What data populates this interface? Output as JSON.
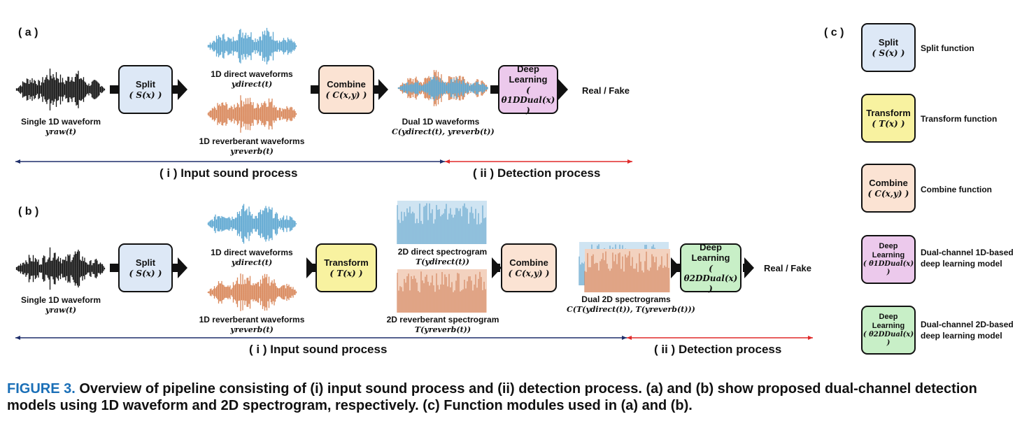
{
  "panels": {
    "a": "( a )",
    "b": "( b )",
    "c": "( c )"
  },
  "colors": {
    "direct_wave": "#5ea7d1",
    "reverb_wave": "#d9875a",
    "input_arrow": "#1f2f6b",
    "detect_arrow": "#e02a2a",
    "caption_label": "#1a6fb7"
  },
  "modules": {
    "split": {
      "name": "Split",
      "func": "( S(x) )"
    },
    "combine": {
      "name": "Combine",
      "func": "( C(x,y) )"
    },
    "transform": {
      "name": "Transform",
      "func": "( T(x) )"
    },
    "deep": {
      "name_line1": "Deep",
      "name_line2": "Learning"
    },
    "deep1d_func": "( θ1DDual(x) )",
    "deep2d_func": "( θ2DDual(x) )"
  },
  "labels": {
    "single_wave": "Single 1D waveform",
    "single_wave_sym": "yraw(t)",
    "direct_wave": "1D direct waveforms",
    "direct_wave_sym": "ydirect(t)",
    "reverb_wave": "1D reverberant waveforms",
    "reverb_wave_sym": "yreverb(t)",
    "dual_1d": "Dual 1D waveforms",
    "dual_1d_sym": "C(ydirect(t), yreverb(t))",
    "direct_spec": "2D direct spectrogram",
    "direct_spec_sym": "T(ydirect(t))",
    "reverb_spec": "2D reverberant spectrogram",
    "reverb_spec_sym": "T(yreverb(t))",
    "dual_2d": "Dual 2D spectrograms",
    "dual_2d_sym": "C(T(ydirect(t)), T(yreverb(t)))",
    "result": "Real / Fake"
  },
  "processes": {
    "input": "( i ) Input sound process",
    "detection": "( ii ) Detection process"
  },
  "legend": [
    {
      "desc": "Split function"
    },
    {
      "desc": "Transform function"
    },
    {
      "desc": "Combine function"
    },
    {
      "desc_line1": "Dual-channel 1D-based",
      "desc_line2": "deep learning model"
    },
    {
      "desc_line1": "Dual-channel 2D-based",
      "desc_line2": "deep learning model"
    }
  ],
  "caption": {
    "label": "FIGURE 3.",
    "text": "Overview of pipeline consisting of (i) input sound process and (ii) detection process. (a) and (b) show proposed dual-channel detection models using 1D waveform and 2D spectrogram, respectively. (c) Function modules used in (a) and (b)."
  }
}
